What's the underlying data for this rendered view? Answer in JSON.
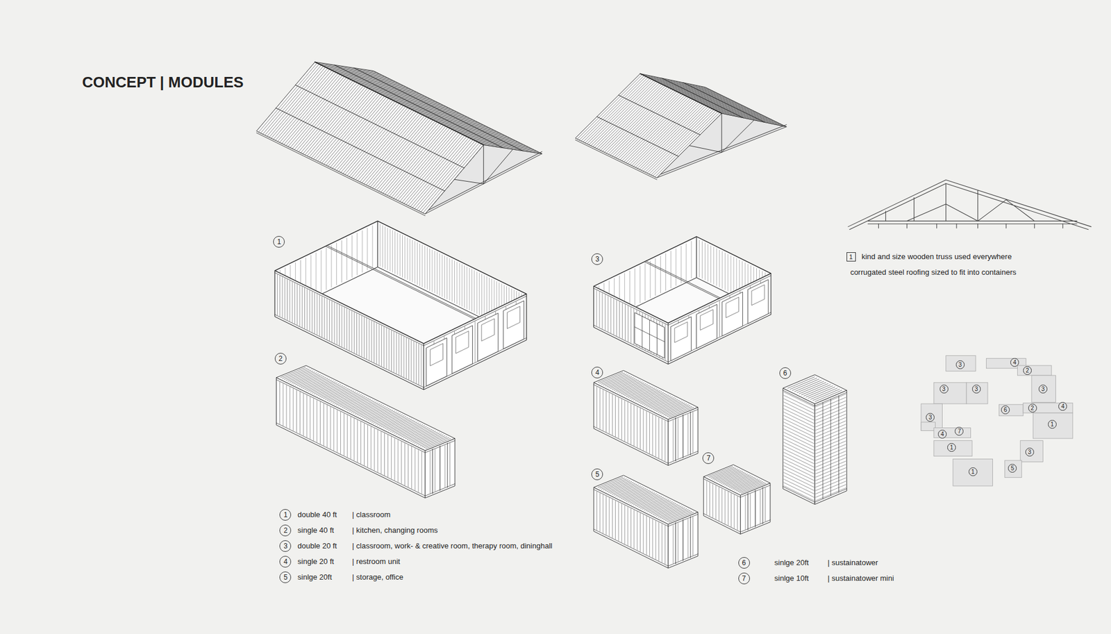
{
  "diagram": {
    "title": "CONCEPT | MODULES",
    "labels": [
      "1",
      "2",
      "3",
      "4",
      "6",
      "7",
      "5",
      "1",
      "kind and size wooden truss used everywhere",
      "corrugated steel roofing sized to fit into containers",
      "1",
      "double 40 ft",
      "| classroom",
      "2",
      "single 40 ft",
      "| kitchen, changing rooms",
      "3",
      "double 20 ft",
      "| classroom, work- & creative room, therapy room, dininghall",
      "4",
      "single 20 ft",
      "| restroom unit",
      "5",
      "sinlge 20ft",
      "| storage, office",
      "6",
      "sinlge 20ft",
      "| sustainatower",
      "7",
      "sinlge 10ft",
      "| sustainatower mini",
      "3",
      "4",
      "2",
      "3",
      "3",
      "3",
      "6",
      "2",
      "4",
      "3",
      "1",
      "4",
      "7",
      "1",
      "3",
      "1",
      "5"
    ]
  }
}
